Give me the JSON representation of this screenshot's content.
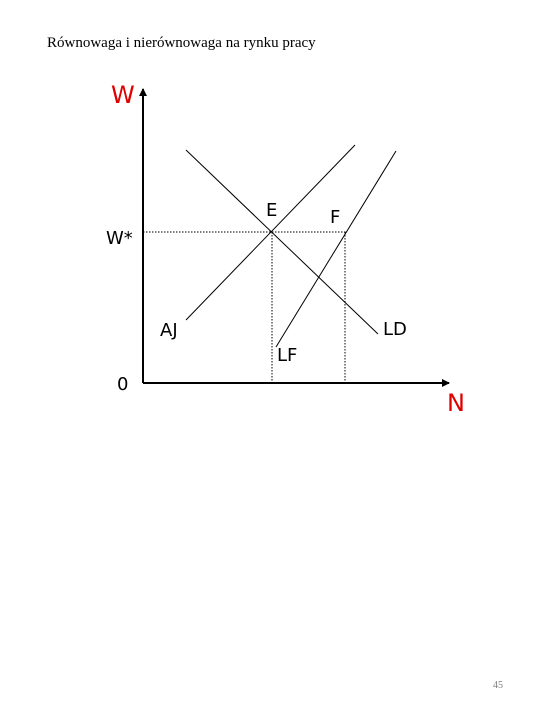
{
  "title": "Równowaga i nierównowaga na rynku pracy",
  "page_number": "45",
  "diagram": {
    "y_axis_label": "W",
    "x_axis_label": "N",
    "origin_label": "0",
    "equilibrium_wage_label": "W*",
    "equilibrium_point_label": "E",
    "labor_force_point_label": "F",
    "supply_curve_label": "AJ",
    "demand_curve_label": "LD",
    "labor_force_curve_label": "LF",
    "axis_label_color": "#e00000",
    "line_color": "#000000"
  }
}
